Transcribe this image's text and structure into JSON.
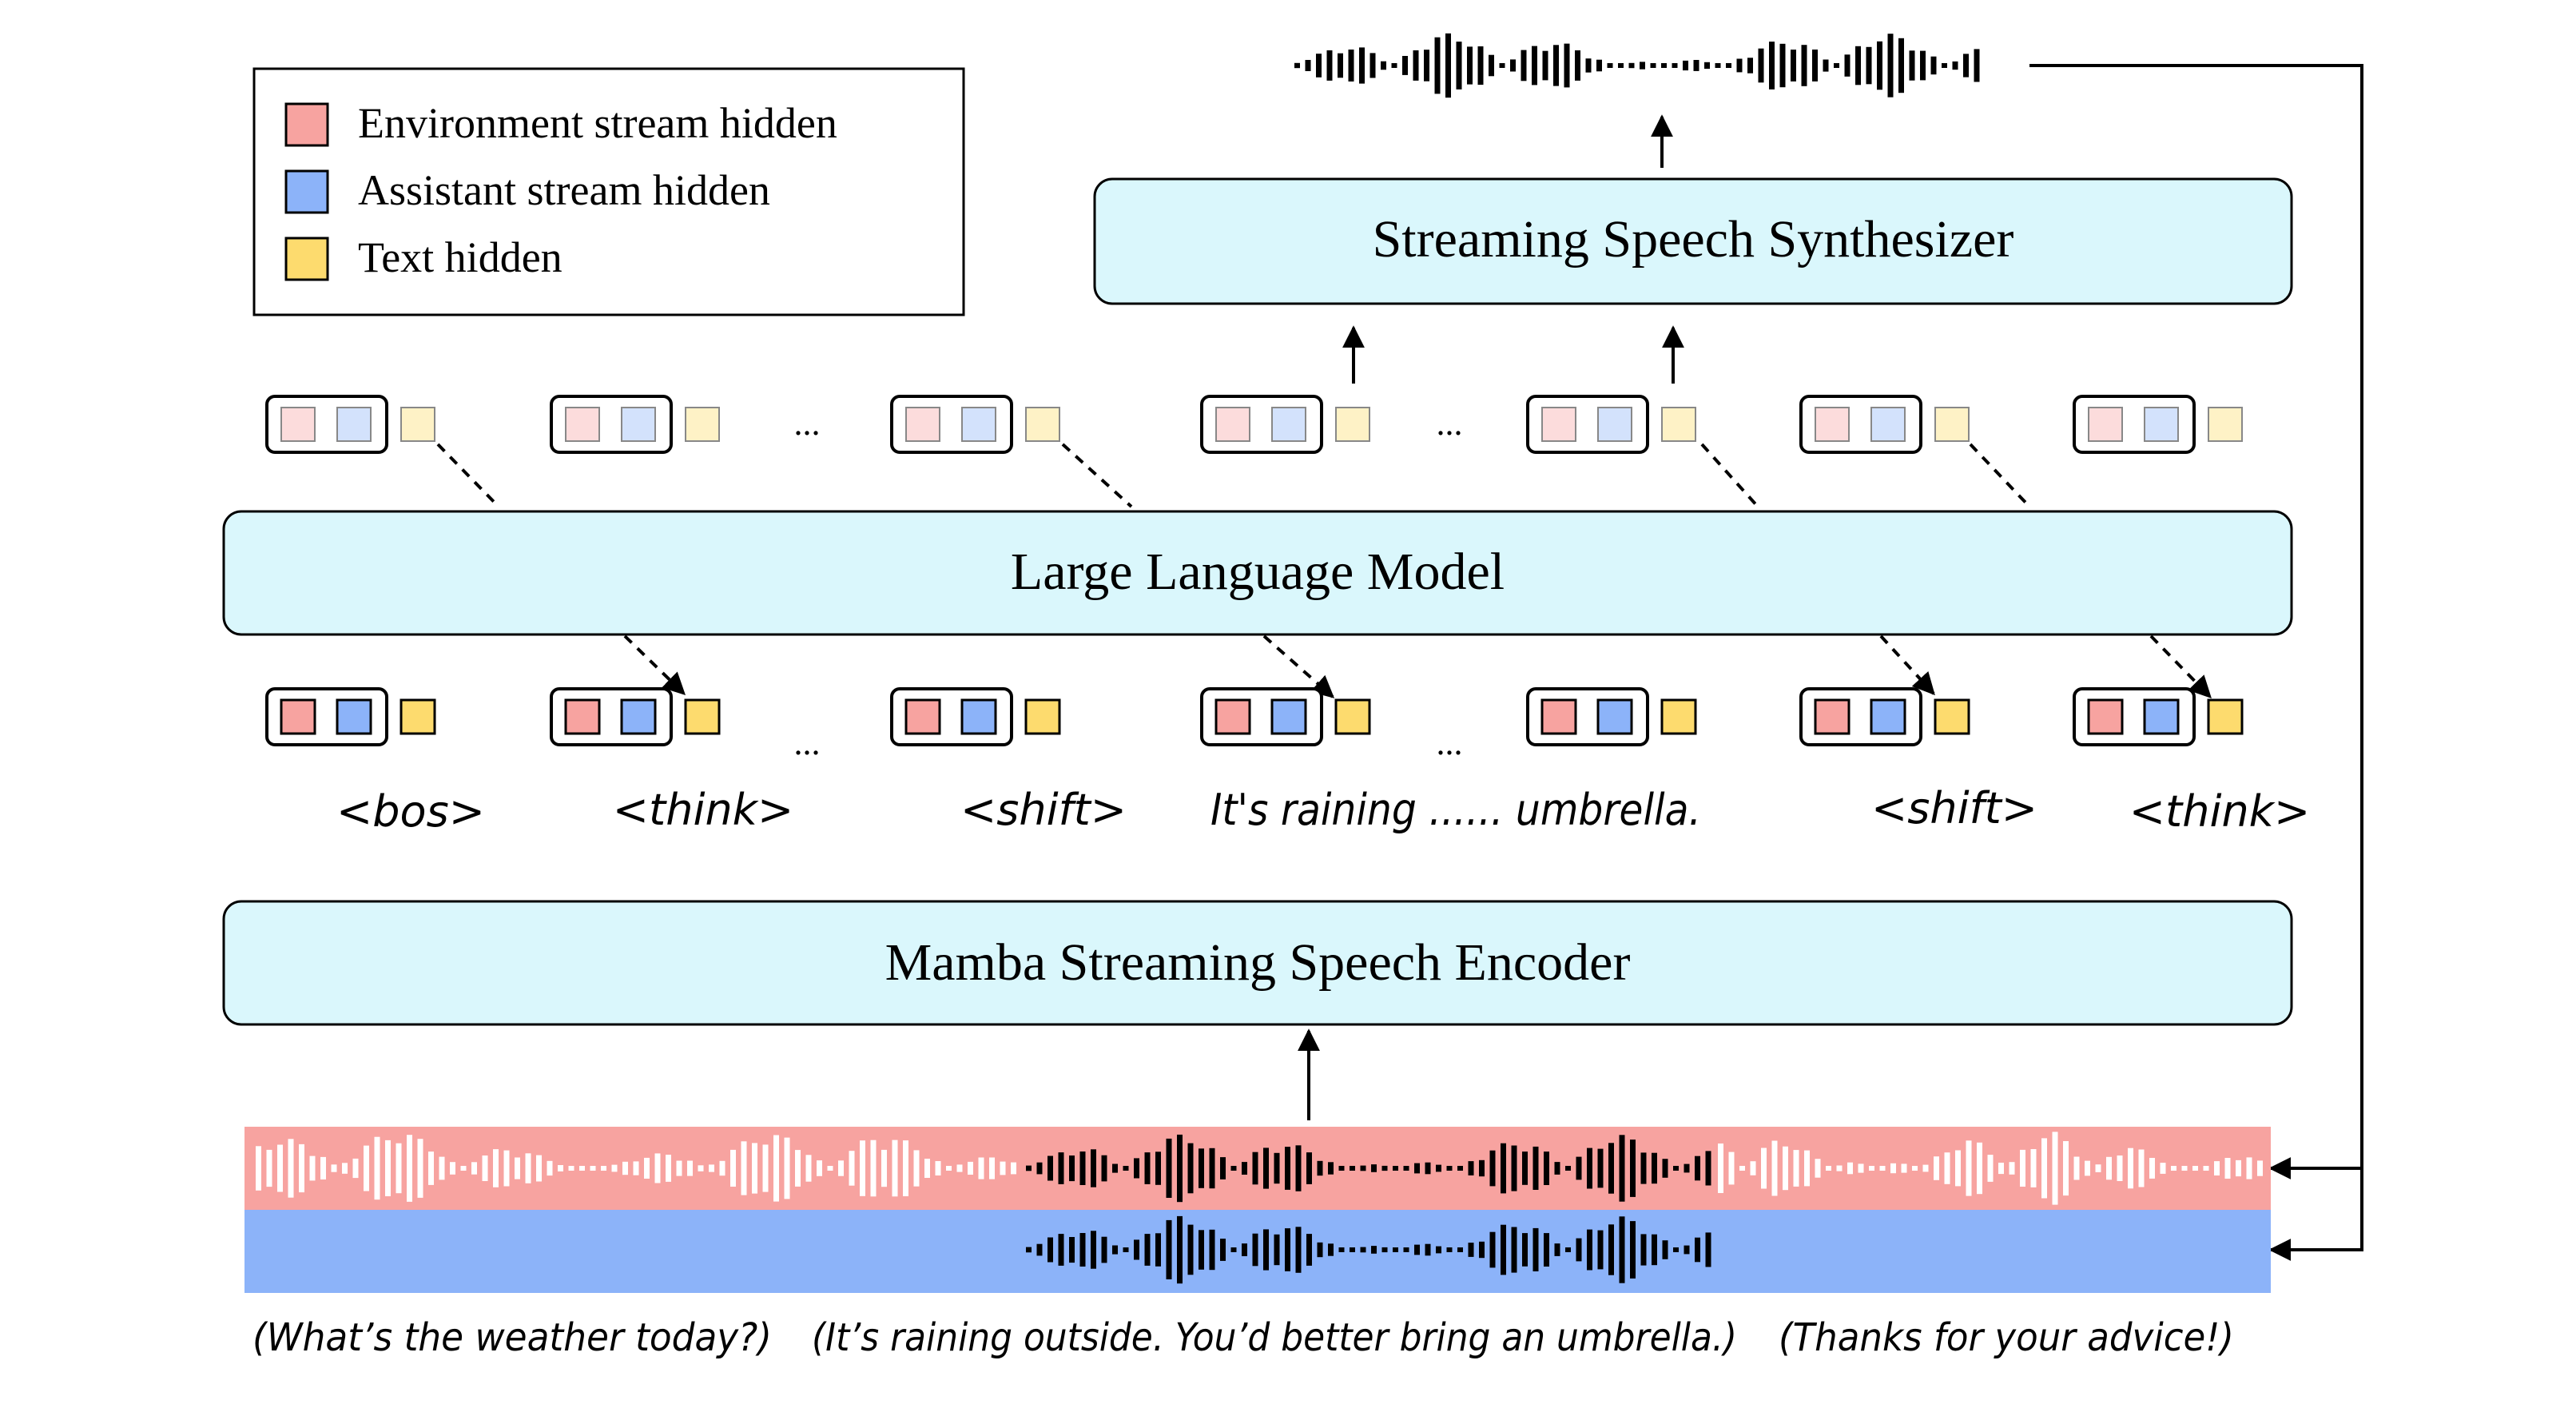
{
  "legend": {
    "items": [
      {
        "key": "env",
        "label": "Environment stream hidden",
        "color": "#F7A3A0"
      },
      {
        "key": "asst",
        "label": "Assistant stream hidden",
        "color": "#8CB3F9"
      },
      {
        "key": "text",
        "label": "Text hidden",
        "color": "#FDDB6E"
      }
    ]
  },
  "modules": {
    "synthesizer": "Streaming Speech Synthesizer",
    "llm": "Large Language Model",
    "encoder": "Mamba Streaming Speech Encoder"
  },
  "colors": {
    "module_fill": "#DAF7FC",
    "env_stream": "#F7A3A0",
    "asst_stream": "#8CB3F9",
    "env_faded": "#FCDCDC",
    "asst_faded": "#D3E2FC",
    "text_faded": "#FEF2C6"
  },
  "ellipsis": "...",
  "tokens": [
    "<bos>",
    "<think>",
    "<shift>",
    "It's raining ...... umbrella.",
    "<shift>",
    "<think>"
  ],
  "captions": [
    "(What’s the weather today?)",
    "(It’s raining outside. You’d better bring an umbrella.)",
    "(Thanks for your advice!)"
  ]
}
